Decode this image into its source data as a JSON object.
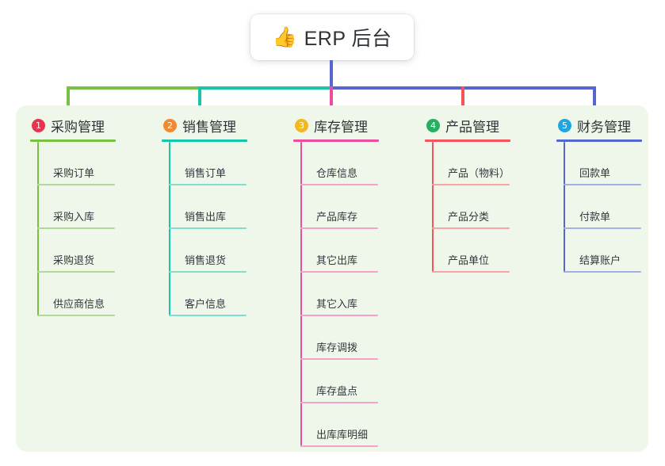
{
  "root": {
    "icon": "thumbs-up-emoji",
    "emoji": "👍",
    "title": "ERP 后台"
  },
  "palette": {
    "panel_bg": "#eef7ea",
    "page_bg": "#ffffff",
    "text": "#2f3338",
    "bus_green": "#7ac143",
    "bus_teal": "#15c7a8",
    "bus_blue": "#5766cf",
    "stub_pink": "#eb4f9b",
    "stub_red": "#f2555a"
  },
  "columns": [
    {
      "number": "1",
      "title": "采购管理",
      "badge_color": "#e8344e",
      "line_color": "#7ac143",
      "leaf_line_color": "#b3d99a",
      "children": [
        {
          "label": "采购订单"
        },
        {
          "label": "采购入库"
        },
        {
          "label": "采购退货"
        },
        {
          "label": "供应商信息"
        }
      ]
    },
    {
      "number": "2",
      "title": "销售管理",
      "badge_color": "#f28b30",
      "line_color": "#15c7a8",
      "leaf_line_color": "#86dccb",
      "children": [
        {
          "label": "销售订单"
        },
        {
          "label": "销售出库"
        },
        {
          "label": "销售退货"
        },
        {
          "label": "客户信息"
        }
      ]
    },
    {
      "number": "3",
      "title": "库存管理",
      "badge_color": "#f2b81e",
      "line_color": "#eb4f9b",
      "leaf_line_color": "#f2a3c8",
      "children": [
        {
          "label": "仓库信息"
        },
        {
          "label": "产品库存"
        },
        {
          "label": "其它出库"
        },
        {
          "label": "其它入库"
        },
        {
          "label": "库存调拨"
        },
        {
          "label": "库存盘点"
        },
        {
          "label": "出库库明细"
        }
      ]
    },
    {
      "number": "4",
      "title": "产品管理",
      "badge_color": "#27ae60",
      "line_color": "#f2555a",
      "leaf_line_color": "#f7a4a6",
      "children": [
        {
          "label": "产品（物料）"
        },
        {
          "label": "产品分类"
        },
        {
          "label": "产品单位"
        }
      ]
    },
    {
      "number": "5",
      "title": "财务管理",
      "badge_color": "#21a5e0",
      "line_color": "#5766cf",
      "leaf_line_color": "#a3b0e6",
      "children": [
        {
          "label": "回款单"
        },
        {
          "label": "付款单"
        },
        {
          "label": "结算账户"
        }
      ]
    }
  ]
}
